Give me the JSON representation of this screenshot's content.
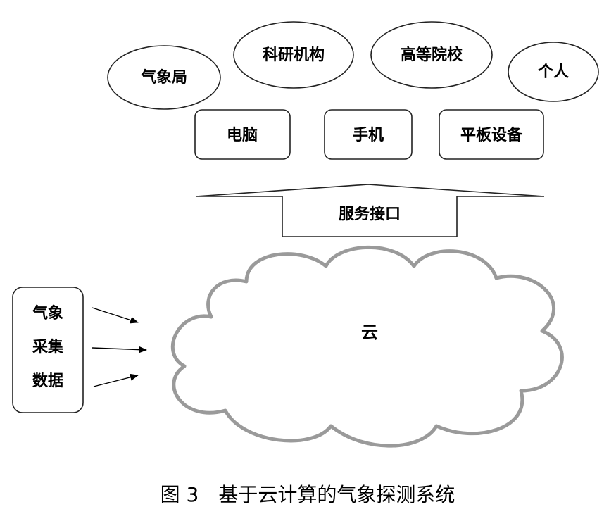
{
  "users": {
    "weather_bureau": "气象局",
    "research_institute": "科研机构",
    "university": "高等院校",
    "individual": "个人"
  },
  "devices": {
    "computer": "电脑",
    "phone": "手机",
    "tablet": "平板设备"
  },
  "interface": {
    "label": "服务接口"
  },
  "cloud": {
    "label": "云"
  },
  "data_source": {
    "line1": "气象",
    "line2": "采集",
    "line3": "数据"
  },
  "caption": "图 3　基于云计算的气象探测系统",
  "colors": {
    "cloud_stroke": "#9a9a9a",
    "outline": "#222222"
  }
}
